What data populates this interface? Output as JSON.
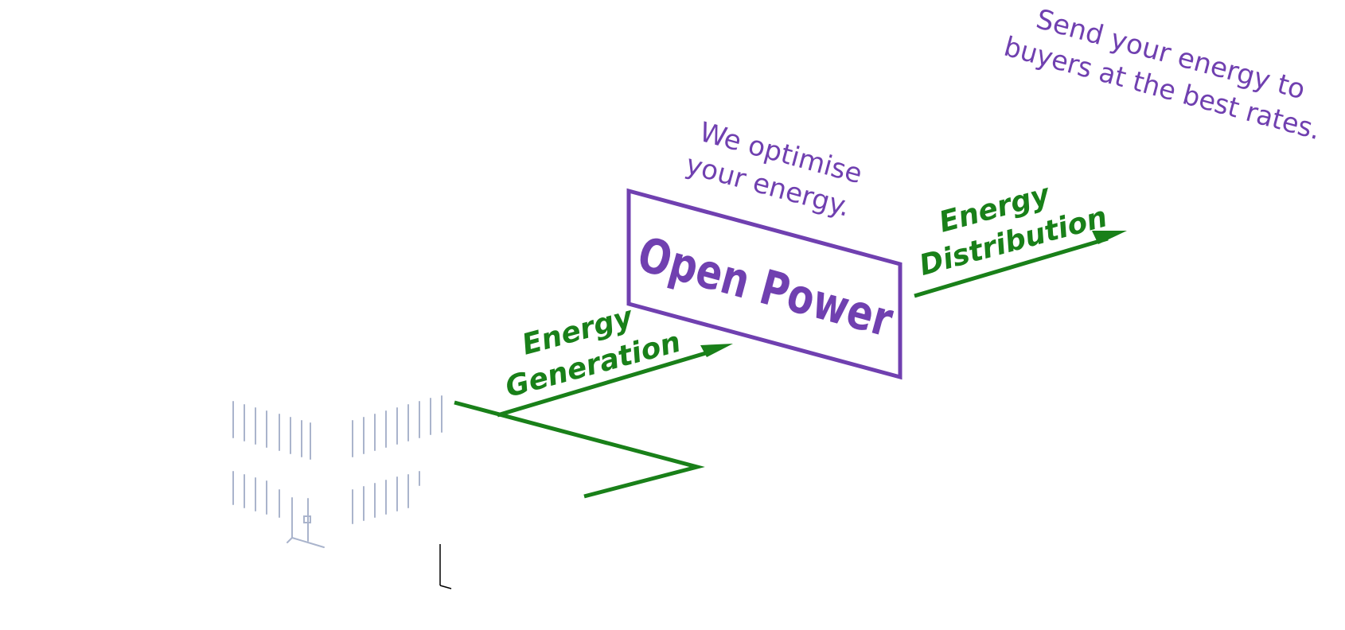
{
  "colors": {
    "purple": "#7040b0",
    "green": "#198019",
    "building": "#aab4cc",
    "ink": "#000000"
  },
  "center_box": {
    "title": "Open Power"
  },
  "captions": {
    "optimise_line1": "We optimise",
    "optimise_line2": "your energy.",
    "send_line1": "Send your energy to",
    "send_line2": "buyers at the best rates."
  },
  "labels": {
    "generation_line1": "Energy",
    "generation_line2": "Generation",
    "distribution_line1": "Energy",
    "distribution_line2": "Distribution"
  },
  "icons": {
    "building": "building-icon",
    "generation_arrow": "arrow-right-icon",
    "distribution_arrow": "arrow-right-icon"
  }
}
